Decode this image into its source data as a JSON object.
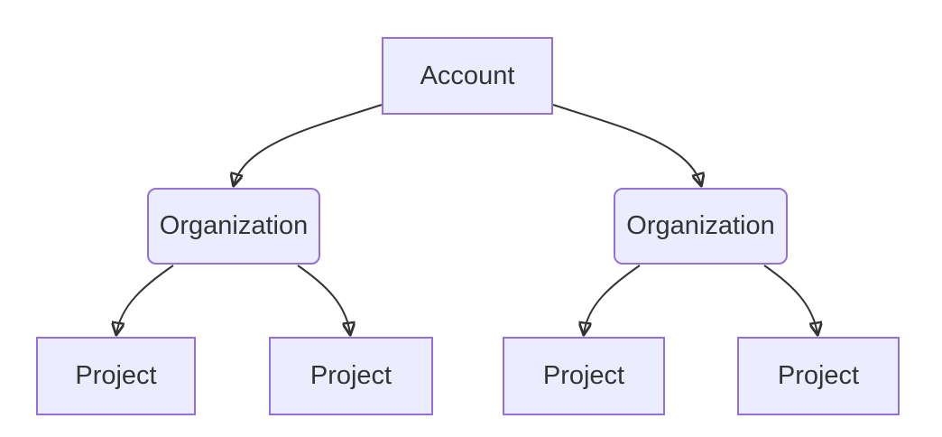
{
  "diagram": {
    "type": "flowchart",
    "direction": "top-down",
    "nodes": [
      {
        "id": "account",
        "label": "Account",
        "shape": "rectangle"
      },
      {
        "id": "organization-left",
        "label": "Organization",
        "shape": "rounded"
      },
      {
        "id": "organization-right",
        "label": "Organization",
        "shape": "rounded"
      },
      {
        "id": "project-1",
        "label": "Project",
        "shape": "rectangle"
      },
      {
        "id": "project-2",
        "label": "Project",
        "shape": "rectangle"
      },
      {
        "id": "project-3",
        "label": "Project",
        "shape": "rectangle"
      },
      {
        "id": "project-4",
        "label": "Project",
        "shape": "rectangle"
      }
    ],
    "edges": [
      {
        "from": "account",
        "to": "organization-left"
      },
      {
        "from": "account",
        "to": "organization-right"
      },
      {
        "from": "organization-left",
        "to": "project-1"
      },
      {
        "from": "organization-left",
        "to": "project-2"
      },
      {
        "from": "organization-right",
        "to": "project-3"
      },
      {
        "from": "organization-right",
        "to": "project-4"
      }
    ],
    "colors": {
      "node_fill": "#ECECFF",
      "node_border": "#9370DB",
      "node_text": "#333333",
      "edge_stroke": "#333333"
    }
  }
}
